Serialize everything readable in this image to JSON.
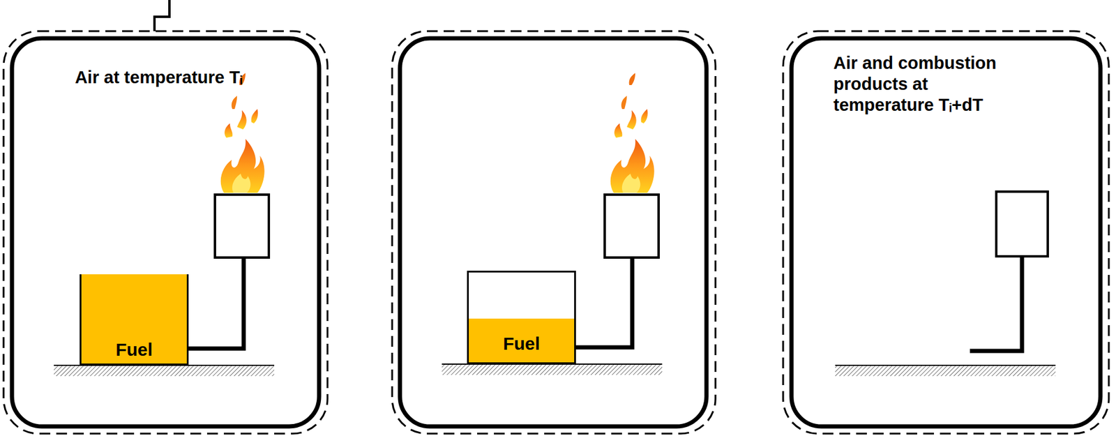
{
  "diagram": {
    "nodes": [
      {
        "text": [
          "Fuel"
        ]
      },
      {
        "text": [
          "Fuel"
        ]
      }
    ],
    "labels": [
      "Air at temperature Tᵢ",
      "Air and combustion products at temperature Tᵢ+dT"
    ]
  }
}
